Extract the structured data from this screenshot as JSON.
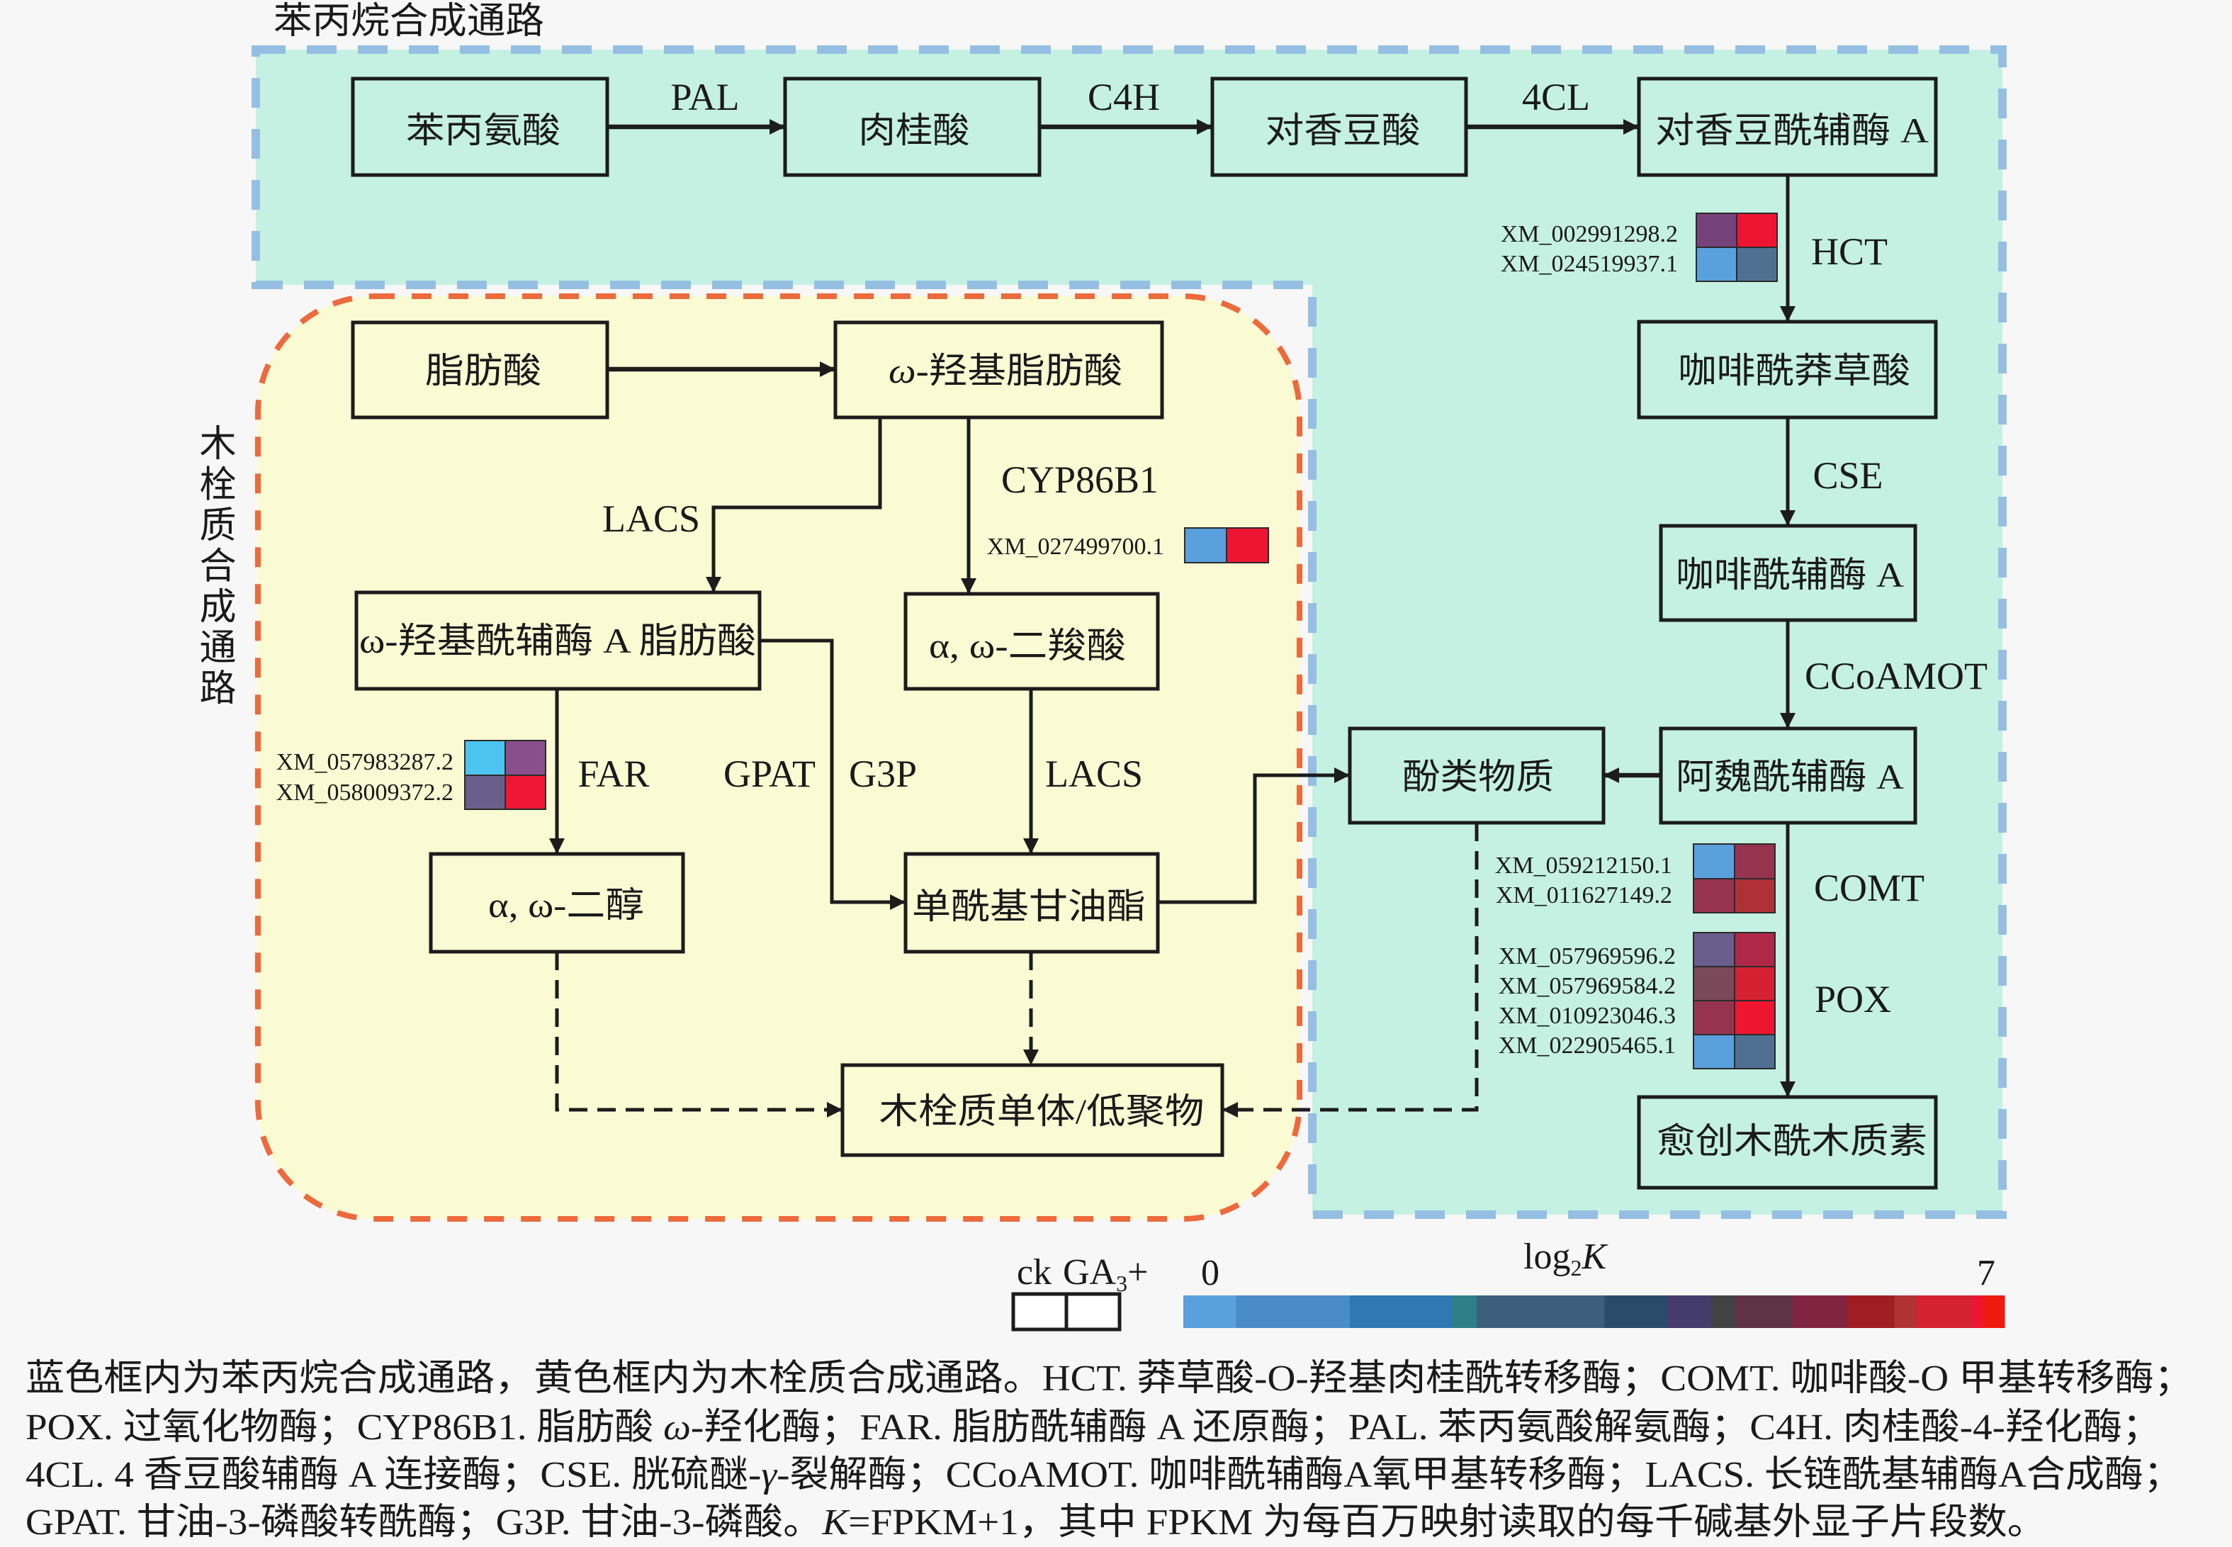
{
  "figure": {
    "phenylpropanoid_title": "苯丙烷合成通路",
    "suberin_title": "木栓质合成通路",
    "colors": {
      "page_background": "#f7f7f7",
      "phenylpropanoid_fill": "#c5f1e2",
      "phenylpropanoid_border": "#95bfe2",
      "suberin_fill": "#fafad3",
      "suberin_border": "#ec6a3c"
    }
  },
  "nodes": {
    "phenylalanine": "苯丙氨酸",
    "cinnamic_acid": "肉桂酸",
    "p_coumaric_acid": "对香豆酸",
    "p_coumaroyl_coa": "对香豆酰辅酶 A",
    "caffeoyl_shikimate": "咖啡酰莽草酸",
    "caffeoyl_coa": "咖啡酰辅酶 A",
    "feruloyl_coa": "阿魏酰辅酶 A",
    "phenolics": "酚类物质",
    "guaiacyl_lignin": "愈创木酰木质素",
    "fatty_acid": "脂肪酸",
    "omega_hydroxy_fatty_acid": [
      "ω",
      "-羟基脂肪酸"
    ],
    "omega_hydroxyacyl_coa_fatty_acid": "ω-羟基酰辅酶 A 脂肪酸",
    "alpha_omega_dicarboxylic_acid": "α, ω-二羧酸",
    "alpha_omega_diol": "α, ω-二醇",
    "monoacylglycerol": "单酰基甘油酯",
    "suberin_monomer_oligomer": "木栓质单体/低聚物"
  },
  "enzymes": {
    "pal": "PAL",
    "c4h": "C4H",
    "four_cl": "4CL",
    "hct": "HCT",
    "cse": "CSE",
    "ccoamot": "CCoAMOT",
    "comt": "COMT",
    "pox": "POX",
    "lacs_fatty": "LACS",
    "cyp86b1": "CYP86B1",
    "far": "FAR",
    "gpat": "GPAT",
    "g3p": "G3P",
    "lacs_glycerol": "LACS"
  },
  "heatmaps": {
    "hct": [
      {
        "gene": "XM_002991298.2",
        "ck": {
          "log2K": 4.4,
          "color": "#76427a"
        },
        "ga3": {
          "log2K": 7.0,
          "color": "#ee1533"
        }
      },
      {
        "gene": "XM_024519937.1",
        "ck": {
          "log2K": 0.2,
          "color": "#5aa0dc"
        },
        "ga3": {
          "log2K": 2.8,
          "color": "#4f7090"
        }
      }
    ],
    "cyp86b1": [
      {
        "gene": "XM_027499700.1",
        "ck": {
          "log2K": 0.2,
          "color": "#5aa0dc"
        },
        "ga3": {
          "log2K": 7.0,
          "color": "#ee1533"
        }
      }
    ],
    "far": [
      {
        "gene": "XM_057983287.2",
        "ck": {
          "log2K": 0.0,
          "color": "#4cc4f0"
        },
        "ga3": {
          "log2K": 4.4,
          "color": "#8a4e8c"
        }
      },
      {
        "gene": "XM_058009372.2",
        "ck": {
          "log2K": 4.2,
          "color": "#6a5e8c"
        },
        "ga3": {
          "log2K": 7.0,
          "color": "#ee1535"
        }
      }
    ],
    "comt": [
      {
        "gene": "XM_059212150.1",
        "ck": {
          "log2K": 0.2,
          "color": "#5aa0dc"
        },
        "ga3": {
          "log2K": 5.4,
          "color": "#963450"
        }
      },
      {
        "gene": "XM_011627149.2",
        "ck": {
          "log2K": 5.4,
          "color": "#963450"
        },
        "ga3": {
          "log2K": 6.1,
          "color": "#b03038"
        }
      }
    ],
    "pox": [
      {
        "gene": "XM_057969596.2",
        "ck": {
          "log2K": 4.2,
          "color": "#6a5e8c"
        },
        "ga3": {
          "log2K": 5.8,
          "color": "#b02848"
        }
      },
      {
        "gene": "XM_057969584.2",
        "ck": {
          "log2K": 5.0,
          "color": "#7a4858"
        },
        "ga3": {
          "log2K": 6.5,
          "color": "#d42030"
        }
      },
      {
        "gene": "XM_010923046.3",
        "ck": {
          "log2K": 5.4,
          "color": "#963450"
        },
        "ga3": {
          "log2K": 7.0,
          "color": "#ee1530"
        }
      },
      {
        "gene": "XM_022905465.1",
        "ck": {
          "log2K": 0.2,
          "color": "#5aa0dc"
        },
        "ga3": {
          "log2K": 2.8,
          "color": "#4f7090"
        }
      }
    ]
  },
  "legend": {
    "ck_label": "ck",
    "ga3_label": [
      "GA",
      "3",
      "+"
    ],
    "scale_title": [
      "log",
      "2",
      "K"
    ],
    "scale_min_label": "0",
    "scale_max_label": "7",
    "scale_min": 0,
    "scale_max": 7,
    "colorbar": [
      {
        "from": 0.0,
        "to": 0.45,
        "color": "#5aa0dc"
      },
      {
        "from": 0.45,
        "to": 1.42,
        "color": "#4a8cc8"
      },
      {
        "from": 1.42,
        "to": 2.29,
        "color": "#3078b4"
      },
      {
        "from": 2.29,
        "to": 2.5,
        "color": "#307e88"
      },
      {
        "from": 2.5,
        "to": 3.59,
        "color": "#3c5f7e"
      },
      {
        "from": 3.59,
        "to": 4.12,
        "color": "#284c6a"
      },
      {
        "from": 4.12,
        "to": 4.5,
        "color": "#443c6a"
      },
      {
        "from": 4.5,
        "to": 4.7,
        "color": "#424242"
      },
      {
        "from": 4.7,
        "to": 5.19,
        "color": "#5e3444"
      },
      {
        "from": 5.19,
        "to": 5.66,
        "color": "#802442"
      },
      {
        "from": 5.66,
        "to": 6.06,
        "color": "#a01e22"
      },
      {
        "from": 6.06,
        "to": 6.25,
        "color": "#b03232"
      },
      {
        "from": 6.25,
        "to": 6.73,
        "color": "#d42232"
      },
      {
        "from": 6.73,
        "to": 6.82,
        "color": "#ee1533"
      },
      {
        "from": 6.82,
        "to": 7.0,
        "color": "#ee1a10"
      }
    ]
  },
  "caption": {
    "lines": [
      [
        "蓝色框内为苯丙烷合成通路，黄色框内为木栓质合成通路。HCT. 莽草酸-O-羟基肉桂酰转移酶；COMT. 咖啡酸-O 甲基转移酶；"
      ],
      [
        "POX. 过氧化物酶；CYP86B1. 脂肪酸 ",
        "ω",
        "-羟化酶；FAR. 脂肪酰辅酶 A 还原酶；PAL. 苯丙氨酸解氨酶；C4H. 肉桂酸-4-羟化酶；"
      ],
      [
        "4CL. 4 香豆酸辅酶 A 连接酶；CSE. 胱硫醚-",
        "γ",
        "-裂解酶；CCoAMOT. 咖啡酰辅酶A氧甲基转移酶；LACS. 长链酰基辅酶A合成酶；"
      ],
      [
        "GPAT. 甘油-3-磷酸转酰酶；G3P. 甘油-3-磷酸。",
        "K",
        "=FPKM+1，其中 FPKM 为每百万映射读取的每千碱基外显子片段数。"
      ]
    ]
  }
}
